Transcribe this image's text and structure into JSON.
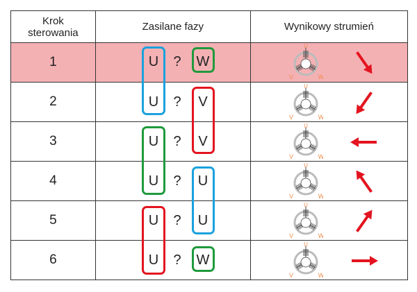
{
  "headers": [
    "Krok sterowania",
    "Zasilane fazy",
    "Wynikowy strumień"
  ],
  "header_step_lines": [
    "Krok",
    "sterowania"
  ],
  "rows": [
    {
      "step": "1",
      "left": "U",
      "sep": "?",
      "right": "W",
      "highlight": true
    },
    {
      "step": "2",
      "left": "U",
      "sep": "?",
      "right": "V",
      "highlight": false
    },
    {
      "step": "3",
      "left": "U",
      "sep": "?",
      "right": "V",
      "highlight": false
    },
    {
      "step": "4",
      "left": "U",
      "sep": "?",
      "right": "U",
      "highlight": false
    },
    {
      "step": "5",
      "left": "U",
      "sep": "?",
      "right": "U",
      "highlight": false
    },
    {
      "step": "6",
      "left": "U",
      "sep": "?",
      "right": "W",
      "highlight": false
    }
  ],
  "motor_labels": {
    "u": "U",
    "v": "V",
    "w": "W"
  },
  "flux_direction_deg": [
    55,
    125,
    180,
    235,
    305,
    0
  ],
  "colors": {
    "highlight": "#f4b1b4",
    "blue": "#1ba1dd",
    "green": "#1f9a3c",
    "red": "#e3141f",
    "arrow": "#e3141f",
    "phase_label": "#f08a4b"
  }
}
